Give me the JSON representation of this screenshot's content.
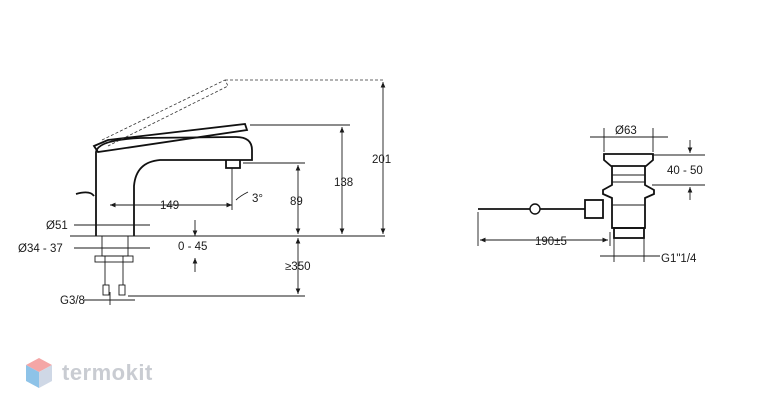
{
  "faucet": {
    "dims": {
      "dia_51": "Ø51",
      "dia_34_37": "Ø34 - 37",
      "thread": "G3/8",
      "reach": "149",
      "angle": "3°",
      "range_0_45": "0 - 45",
      "spout_height": "89",
      "body_height": "138",
      "total_height": "201",
      "min_350": "≥350"
    }
  },
  "drain": {
    "dims": {
      "dia_63": "Ø63",
      "range_40_50": "40 - 50",
      "rod_190": "190±5",
      "thread": "G1\"1/4"
    }
  },
  "brand": {
    "name": "termokit",
    "colors": {
      "logo_top": "#f4a6a6",
      "logo_left": "#8ec3e8",
      "logo_right": "#cfd8e6",
      "text": "#c9ccd2"
    }
  }
}
